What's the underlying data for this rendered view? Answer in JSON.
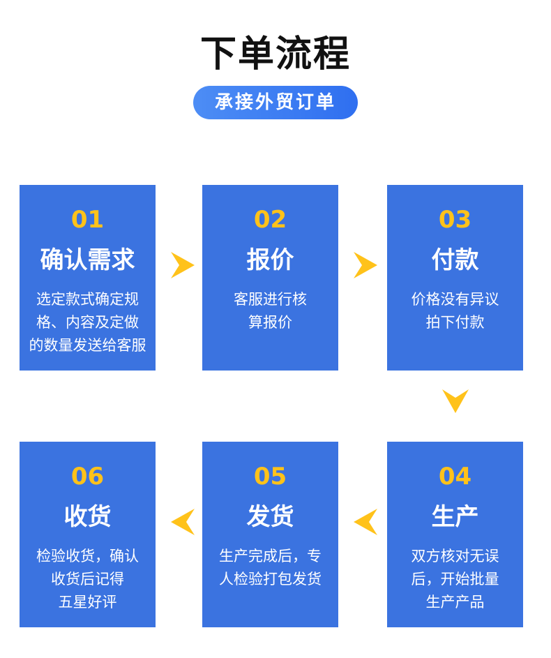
{
  "header": {
    "title": "下单流程",
    "subtitle": "承接外贸订单"
  },
  "colors": {
    "box": "#3b73e0",
    "number": "#ffc21a",
    "arrow": "#ffc21a",
    "pill_start": "#4d8df5",
    "pill_end": "#2f6ff0"
  },
  "steps": [
    {
      "num": "01",
      "name": "确认需求",
      "lines": [
        "选定款式确定规",
        "格、内容及定做",
        "的数量发送给客服"
      ]
    },
    {
      "num": "02",
      "name": "报价",
      "lines": [
        "客服进行核",
        "算报价"
      ]
    },
    {
      "num": "03",
      "name": "付款",
      "lines": [
        "价格没有异议",
        "拍下付款"
      ]
    },
    {
      "num": "04",
      "name": "生产",
      "lines": [
        "双方核对无误",
        "后，开始批量",
        "生产产品"
      ]
    },
    {
      "num": "05",
      "name": "发货",
      "lines": [
        "生产完成后，专",
        "人检验打包发货"
      ]
    },
    {
      "num": "06",
      "name": "收货",
      "lines": [
        "检验收货，确认",
        "收货后记得",
        "五星好评"
      ]
    }
  ]
}
